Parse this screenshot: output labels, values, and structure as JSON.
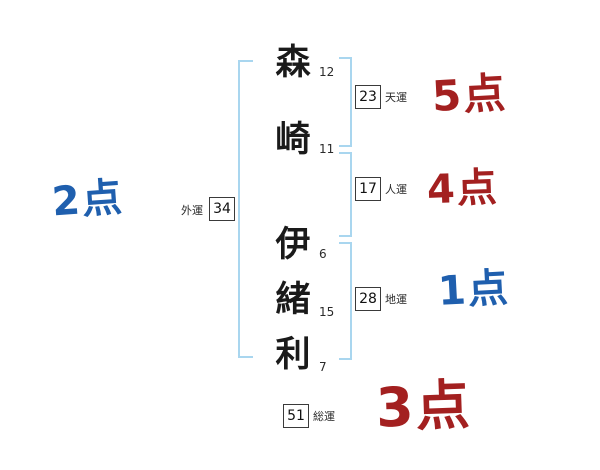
{
  "diagram": {
    "title": "name-fortune-diagram",
    "name_chars": [
      {
        "char": "森",
        "strokes": "12"
      },
      {
        "char": "崎",
        "strokes": "11"
      },
      {
        "char": "伊",
        "strokes": "6"
      },
      {
        "char": "緒",
        "strokes": "15"
      },
      {
        "char": "利",
        "strokes": "7"
      }
    ],
    "fortunes": [
      {
        "id": "tenun",
        "label": "天運",
        "value": "23",
        "score": "5点",
        "color": "#a32020"
      },
      {
        "id": "jinun",
        "label": "人運",
        "value": "17",
        "score": "4点",
        "color": "#a32020"
      },
      {
        "id": "chiun",
        "label": "地運",
        "value": "28",
        "score": "1点",
        "color": "#1f5fae"
      },
      {
        "id": "gaiun",
        "label": "外運",
        "value": "34",
        "score": "2点",
        "color": "#1f5fae"
      },
      {
        "id": "soun",
        "label": "総運",
        "value": "51",
        "score": "3点",
        "color": "#a32020"
      }
    ],
    "bracket_color": "#a9d6ef"
  }
}
